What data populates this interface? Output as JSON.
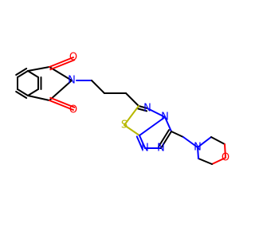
{
  "molecule": {
    "colors": {
      "bond": "#000000",
      "oxygen": "#ff0000",
      "nitrogen": "#0000ff",
      "sulfur": "#b8b800"
    },
    "atom_labels": {
      "phthalimide_o_top": "O",
      "phthalimide_o_bottom": "O",
      "phthalimide_n": "N",
      "ring_s": "S",
      "ring_n_top": "N",
      "ring_n_bridge": "N",
      "ring_n_left": "N",
      "ring_n_right": "N",
      "morpholine_n": "N",
      "morpholine_o": "O"
    }
  }
}
